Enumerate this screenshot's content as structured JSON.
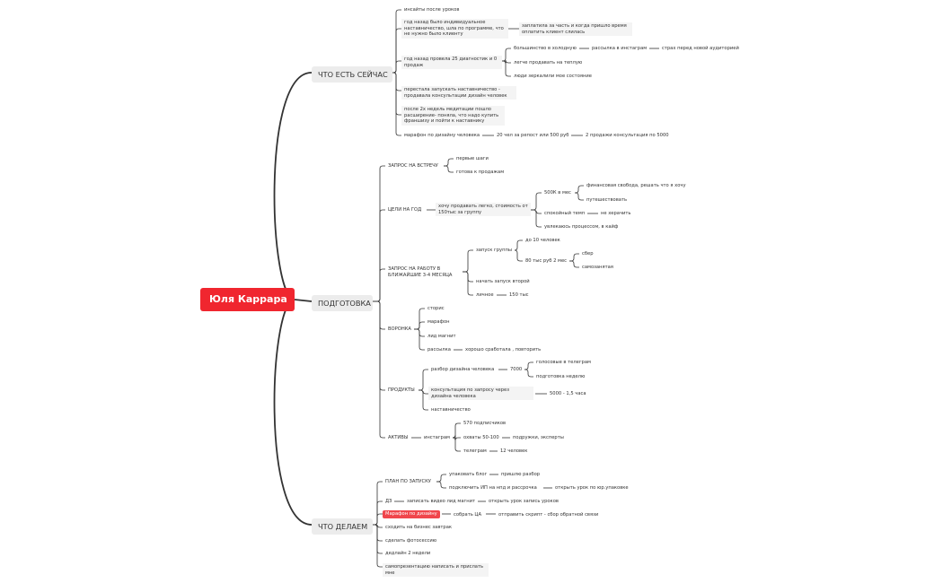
{
  "root": "Юля Каррара",
  "nodes": {
    "n1": "ЧТО ЕСТЬ СЕЙЧАС",
    "n1a": "инсайты после уроков",
    "n1b": "год назад было индивидуальное наставничество, шла по программе, что не нужно было клиенту",
    "n1b1": "заплатила за часть и когда пришло время оплатить клиент слилась",
    "n1c": "год назад провела 25 диагностик и 0 продаж",
    "n1c1": "большинство в холодную",
    "n1c1a": "рассылка в инстаграм",
    "n1c1b": "страх перед новой аудиторией",
    "n1c2": "легче продавать на теплую",
    "n1c3": "люди зеркалили мое состояние",
    "n1d": "перестала запускать наставничество - продавала консультации дизайн человек",
    "n1e": "после 2х недель медитации пошло расширение- поняла, что надо купить франшизу и пойти к наставнику",
    "n1f": "марафон по дизайну человека",
    "n1f1": "20 чел за репост или 500 руб",
    "n1f2": "2 продажи консультация по 5000",
    "n2": "ПОДГОТОВКА",
    "n2a": "ЗАПРОС НА ВСТРЕЧУ",
    "n2a1": "первые шаги",
    "n2a2": "готова к продажам",
    "n2b": "ЦЕЛИ НА ГОД",
    "n2b1": "хочу продавать легко, стоимость от 150тыс за группу",
    "n2b1a": "500К в мес",
    "n2b1a1": "финансовая свобода, решать что я хочу",
    "n2b1a2": "путешествовать",
    "n2b1b": "спокойный темп",
    "n2b1b1": "не херачить",
    "n2b1c": "увлекаюсь процессом, в кайф",
    "n2c": "ЗАПРОС НА РАБОТУ В БЛИЖАЙШИЕ 3-4 МЕСЯЦА",
    "n2c1": "запуск группы",
    "n2c1a": "до 10 человек",
    "n2c1b": "80 тыс руб 2 мес",
    "n2c1b1": "сбер",
    "n2c1b2": "самозанятая",
    "n2c2": "начать запуск второй",
    "n2c3": "личное",
    "n2c3a": "150 тыс",
    "n2d": "ВОРОНКА",
    "n2d1": "сторис",
    "n2d2": "марафон",
    "n2d3": "лид магнит",
    "n2d4": "рассылка",
    "n2d4a": "хорошо сработала , повторить",
    "n2e": "ПРОДУКТЫ",
    "n2e1": "разбор дизайна человека",
    "n2e1a": "7000",
    "n2e1a1": "голосовые в телеграм",
    "n2e1a2": "подготовка неделю",
    "n2e2": "консультация по запросу через дизайна человека",
    "n2e2a": "5000 - 1,5 часа",
    "n2e3": "наставничество",
    "n2f": "АКТИВЫ",
    "n2f1": "инстаграм",
    "n2f1a": "570 подписчиков",
    "n2f1b": "охваты 50-100",
    "n2f1b1": "подружки, эксперты",
    "n2f1c": "телеграм",
    "n2f1c1": "12 человек",
    "n3": "ЧТО ДЕЛАЕМ",
    "n3a": "ПЛАН ПО ЗАПУСКУ",
    "n3a1": "упаковать блог",
    "n3a1a": "пришлю разбор",
    "n3a2": "подключить ИП на нпд и рассрочка",
    "n3a2a": "открыть урок по юр.упаковке",
    "n3b": "ДЗ",
    "n3b1": "записать видео лид магнит",
    "n3b1a": "открыть урок запись уроков",
    "n3c": "Марафон по дизайну",
    "n3c1": "собрать ЦА",
    "n3c1a": "отправить скрипт - сбор обратной связи",
    "n3d": "сходить на бизнес завтрак",
    "n3e": "сделать фотосессию",
    "n3f": "дедлайн 2 недели",
    "n3g": "самопрезентацию написать и прислать мне"
  },
  "colors": {
    "line": "#333333",
    "root": "#f0262f",
    "highlight": "#f0464c"
  }
}
